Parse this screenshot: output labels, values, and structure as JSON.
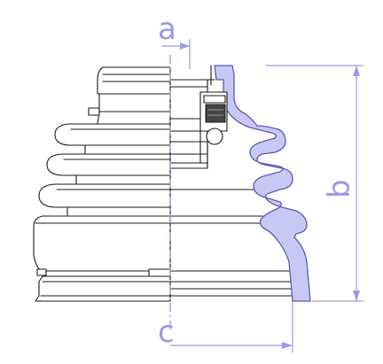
{
  "diagram": {
    "labels": {
      "a": "a",
      "b": "b",
      "c": "c"
    },
    "colors": {
      "section_fill": "#c8c8f4",
      "section_stroke": "#5a5ab4",
      "dimension": "#9a9ae8",
      "outline": "#1a1a1a",
      "seal_fill": "#444444"
    }
  }
}
